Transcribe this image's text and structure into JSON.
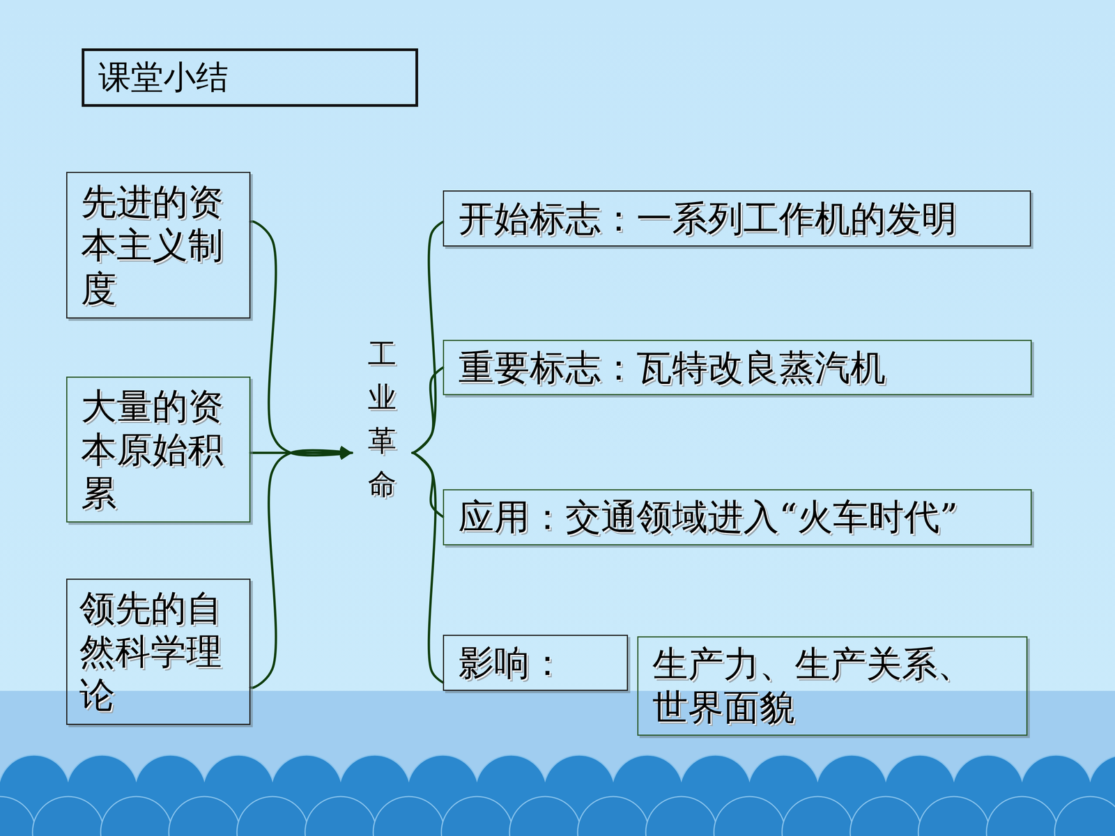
{
  "diagram": {
    "title": "课堂小结",
    "nodes": [
      {
        "text": [
          "先进的资本主义制度"
        ]
      },
      {
        "text": [
          "大量的资本原始积累"
        ]
      },
      {
        "text": [
          "领先的自然科学理论"
        ]
      },
      {
        "text": [
          "工业革命"
        ]
      },
      {
        "text": [
          "开始标志：一系列工作机的发明"
        ]
      },
      {
        "text": [
          "重要标志：瓦特改良蒸汽机"
        ]
      },
      {
        "text": [
          "应用：交通领域进入“火车时代”"
        ]
      },
      {
        "text": [
          "影响："
        ]
      },
      {
        "text": [
          "生产力、生产关系、世界面貌"
        ]
      }
    ],
    "edges": [
      {
        "from": 0,
        "to": 3,
        "arrow": "to"
      },
      {
        "from": 1,
        "to": 3,
        "arrow": "to"
      },
      {
        "from": 2,
        "to": 3,
        "arrow": "to"
      },
      {
        "from": 3,
        "to": 4,
        "arrow": "none"
      },
      {
        "from": 3,
        "to": 5,
        "arrow": "none"
      },
      {
        "from": 3,
        "to": 6,
        "arrow": "none"
      },
      {
        "from": 3,
        "to": 7,
        "arrow": "none"
      }
    ]
  }
}
